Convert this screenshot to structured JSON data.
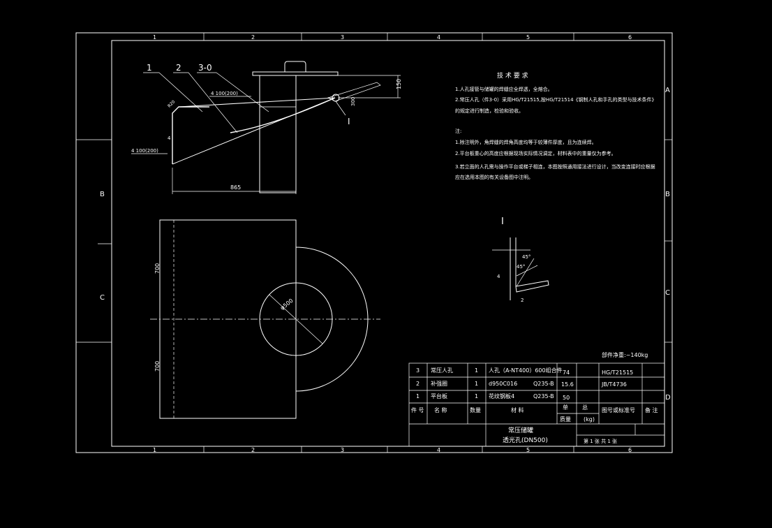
{
  "border": {
    "top_numbers": [
      "1",
      "2",
      "3",
      "4",
      "5",
      "6"
    ],
    "bottom_numbers": [
      "1",
      "2",
      "3",
      "4",
      "5",
      "6"
    ],
    "left_letters": [
      "B",
      "C"
    ],
    "right_letters": [
      "A",
      "B",
      "C",
      "D"
    ]
  },
  "elevation": {
    "leaders": [
      "1",
      "2",
      "3-0"
    ],
    "section_mark": "I",
    "dim_width": "865",
    "dim_height": "150",
    "dim_small": "4",
    "dim_side": "300",
    "weld_top": "4 100(200)",
    "weld_bottom": "4 100(200)",
    "corner": "R20"
  },
  "plan": {
    "dim_top": "700",
    "dim_bottom": "700",
    "hole_dia": "φ500"
  },
  "detail": {
    "title": "I",
    "angle_top": "45°",
    "angle_mid": "45°",
    "num_a": "4",
    "num_b": "2"
  },
  "notes": {
    "title": "技 术 要 求",
    "lines": [
      "1.人孔接管与储罐的焊缝应全焊透，全熔合。",
      "2.常压人孔（件3-0）采用HG/T21515,按HG/T21514《钢制人孔和手孔的类型与技术条件》",
      "的规定进行制造，检验和验收。",
      "注:",
      "1.除注明外，角焊缝的焊角高度均等于较薄件厚度，且为连续焊。",
      "2.平台板重心的高度应根据现场实际情况调定，材料表中的重量仅为参考。",
      "3.若立面的人孔需与操作平台或梯子相连，本图按照通用接法进行设计，当改变连接时应根据",
      "应在选用本图的有关设备图中注明。"
    ]
  },
  "weight_note": "部件净重:~140kg",
  "parts_table": {
    "rows": [
      {
        "no": "3",
        "name": "常压人孔",
        "qty": "1",
        "material": "人孔（A-NT400）600组合件",
        "spec": "",
        "unit": "74",
        "std": "HG/T21515",
        "remark": ""
      },
      {
        "no": "2",
        "name": "补强圈",
        "qty": "1",
        "material": "d950C016",
        "spec": "Q235-B",
        "unit": "15.6",
        "std": "JB/T4736",
        "remark": ""
      },
      {
        "no": "1",
        "name": "平台板",
        "qty": "1",
        "material": "花纹钢板4",
        "spec": "Q235-B",
        "unit": "50",
        "std": "",
        "remark": ""
      }
    ],
    "header": {
      "no": "件 号",
      "name": "名  称",
      "qty": "数量",
      "material": "材  料",
      "unit": "单",
      "total": "总",
      "mass": "质量",
      "kg": "(kg)",
      "std": "图号或标准号",
      "remark": "备 注"
    },
    "title_line1": "常压储罐",
    "title_line2": "透光孔(DN500)",
    "sheet": "第 1 张 共 1 张"
  }
}
